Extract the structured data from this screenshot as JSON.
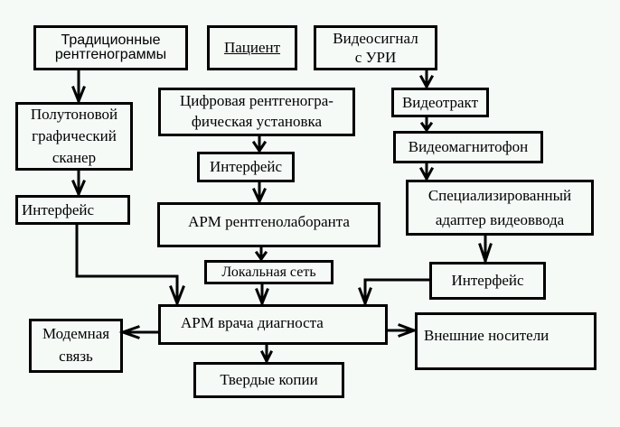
{
  "diagram": {
    "nodes": {
      "traditional_xrays": "Традиционные\nрентгенограммы",
      "patient": "Пациент",
      "video_signal": "Видеосигнал\nс  УРИ",
      "halftone_scanner": "Полутоновой\nграфический\nсканер",
      "digital_xray_unit": "Цифровая рентгеногра-\nфическая  установка",
      "video_path": "Видеотракт",
      "vcr": "Видеомагнитофон",
      "interface_center": "Интерфейс",
      "interface_left": "Интерфейс",
      "video_input_adapter": "Специализированный\nадаптер  видеоввода",
      "radiographer_workstation": "АРМ рентгенолаборанта",
      "local_network": "Локальная  сеть",
      "interface_right": "Интерфейс",
      "diagnostician_workstation": "АРМ  врача диагноста",
      "modem_link": "Модемная\nсвязь",
      "external_media": "Внешние носители",
      "hard_copies": "Твердые  копии"
    },
    "edges": [
      {
        "from": "traditional_xrays",
        "to": "halftone_scanner"
      },
      {
        "from": "halftone_scanner",
        "to": "interface_left"
      },
      {
        "from": "interface_left",
        "to": "diagnostician_workstation"
      },
      {
        "from": "digital_xray_unit",
        "to": "interface_center"
      },
      {
        "from": "interface_center",
        "to": "radiographer_workstation"
      },
      {
        "from": "radiographer_workstation",
        "to": "local_network"
      },
      {
        "from": "local_network",
        "to": "diagnostician_workstation"
      },
      {
        "from": "video_signal",
        "to": "video_path"
      },
      {
        "from": "video_path",
        "to": "vcr"
      },
      {
        "from": "vcr",
        "to": "video_input_adapter"
      },
      {
        "from": "video_input_adapter",
        "to": "interface_right"
      },
      {
        "from": "interface_right",
        "to": "diagnostician_workstation"
      },
      {
        "from": "diagnostician_workstation",
        "to": "modem_link"
      },
      {
        "from": "diagnostician_workstation",
        "to": "external_media"
      },
      {
        "from": "diagnostician_workstation",
        "to": "hard_copies"
      }
    ]
  }
}
